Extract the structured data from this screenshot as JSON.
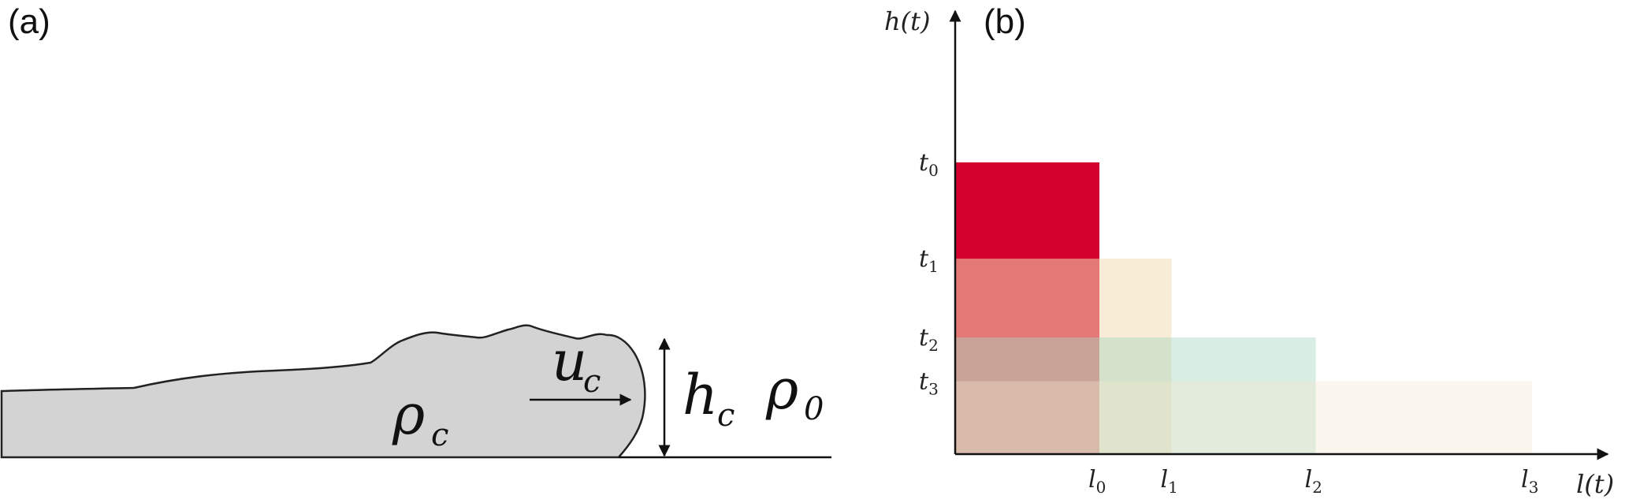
{
  "panel_a": {
    "label": "(a)",
    "velocity_symbol": "u",
    "velocity_sub": "c",
    "current_density_symbol": "ρ",
    "current_density_sub": "c",
    "height_symbol": "h",
    "height_sub": "c",
    "ambient_density_symbol": "ρ",
    "ambient_density_sub": "0",
    "current_fill": "#d3d3d3",
    "outline_color": "#111111"
  },
  "panel_b": {
    "label": "(b)",
    "y_axis_title": "h(t)",
    "x_axis_title": "l(t)",
    "y_ticks": [
      {
        "base": "t",
        "sub": "0"
      },
      {
        "base": "t",
        "sub": "1"
      },
      {
        "base": "t",
        "sub": "2"
      },
      {
        "base": "t",
        "sub": "3"
      }
    ],
    "x_ticks": [
      {
        "base": "l",
        "sub": "0"
      },
      {
        "base": "l",
        "sub": "1"
      },
      {
        "base": "l",
        "sub": "2"
      },
      {
        "base": "l",
        "sub": "3"
      }
    ],
    "rectangles": [
      {
        "time": "t0",
        "length": 1.0,
        "height": 1.0,
        "color": "#d4002e",
        "opacity": 1.0
      },
      {
        "time": "t1",
        "length": 1.5,
        "height": 0.67,
        "color": "#f3dcb4",
        "opacity": 0.55
      },
      {
        "time": "t2",
        "length": 2.5,
        "height": 0.4,
        "color": "#a9d8c2",
        "opacity": 0.45
      },
      {
        "time": "t3",
        "length": 4.0,
        "height": 0.25,
        "color": "#f5e7cf",
        "opacity": 0.35
      }
    ]
  }
}
